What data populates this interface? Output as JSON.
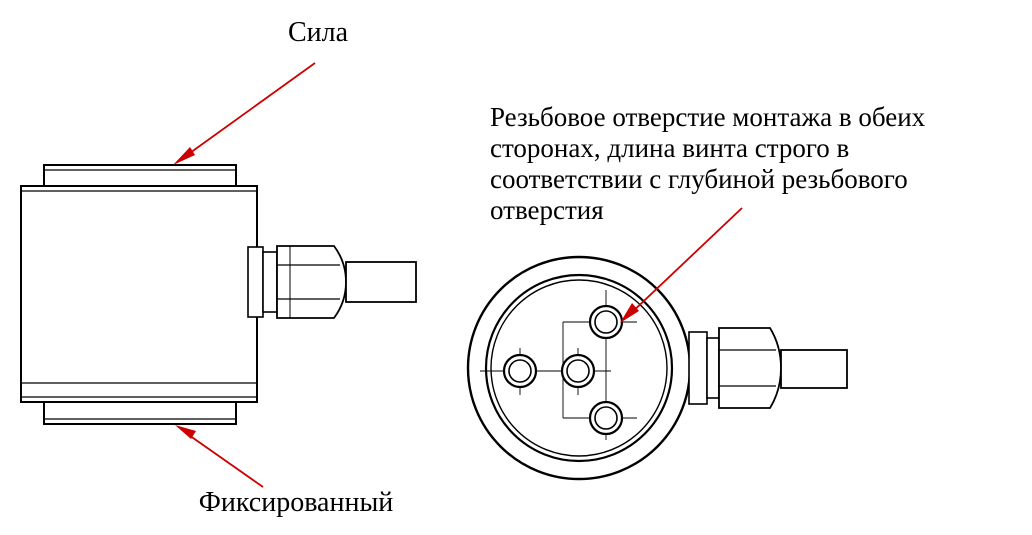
{
  "labels": {
    "force": "Сила",
    "fixed": "Фиксированный",
    "thread_note_lines": [
      "Резьбовое отверстие монтажа в обеих",
      "сторонах, длина винта строго в",
      "соответствии с глубиной резьбового",
      "отверстия"
    ]
  },
  "colors": {
    "leader": "#cc0000",
    "outline": "#000000",
    "background": "#ffffff"
  }
}
